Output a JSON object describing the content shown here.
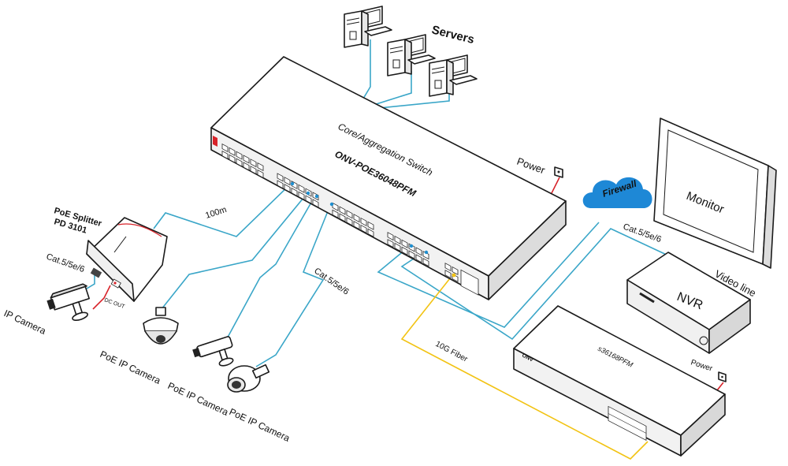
{
  "colors": {
    "ethernet": "#3aa6c8",
    "fiber": "#f2c313",
    "power": "#d8232a",
    "accent_blue": "#1f8fd0",
    "cloud": "#1e88d6",
    "brand_red": "#d8232a"
  },
  "labels": {
    "servers": "Servers",
    "core_switch_role": "Core/Aggregation Switch",
    "core_switch_model": "ONV-POE36048PFM",
    "power_core": "Power",
    "firewall": "Firewall",
    "monitor": "Monitor",
    "poe_splitter_line1": "PoE Splitter",
    "poe_splitter_line2": "PD 3101",
    "dc_out": "DC OUT",
    "cat_left": "Cat.5/5e/6",
    "ip_camera": "IP Camera",
    "poe_ip_camera_1": "PoE IP Camera",
    "poe_ip_camera_2": "PoE IP Camera",
    "poe_ip_camera_3": "PoE IP Camera",
    "link_100m": "100m",
    "cat_middle": "Cat.5/5e/6",
    "cat_right": "Cat.5/5e/6",
    "video_line": "Video line",
    "nvr": "NVR",
    "fiber_10g": "10G Fiber",
    "access_switch_model": "s36168PFM",
    "power_access": "Power",
    "brand_mark": "ONV"
  },
  "icons": [
    "server-icon",
    "switch-icon",
    "cloud-icon",
    "monitor-icon",
    "nvr-icon",
    "poe-splitter-icon",
    "dome-camera-icon",
    "bullet-camera-icon",
    "box-camera-icon",
    "power-outlet-icon"
  ]
}
